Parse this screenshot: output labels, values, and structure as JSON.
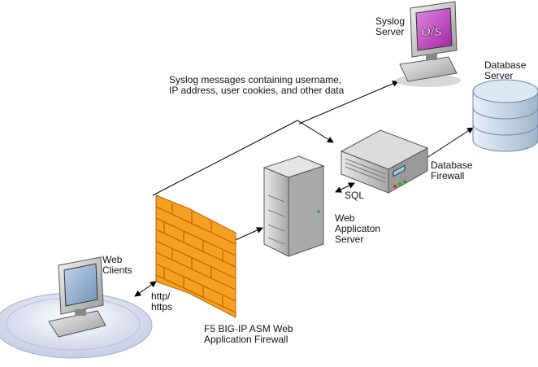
{
  "labels": {
    "syslog_server": [
      "Syslog",
      "Server"
    ],
    "database_server": [
      "Database",
      "Server"
    ],
    "syslog_messages": [
      "Syslog messages containing username,",
      "IP address, user cookies, and other data"
    ],
    "database_firewall": [
      "Database",
      "Firewall"
    ],
    "sql": "SQL",
    "web_app_server": [
      "Web",
      "Applicaton",
      "Server"
    ],
    "web_clients": [
      "Web",
      "Clients"
    ],
    "http": [
      "http/",
      "https"
    ],
    "f5": [
      "F5 BIG-IP ASM Web",
      "Application Firewall"
    ]
  },
  "monitor_screen_text": "O/S",
  "colors": {
    "brick": "#f5a020",
    "brick_dark": "#c06a00",
    "monitor_screen_syslog": "#c43fc4",
    "monitor_screen_client": "#9bb6d6",
    "database": "#c9d9e9",
    "client_disc": "#d8dcee"
  }
}
